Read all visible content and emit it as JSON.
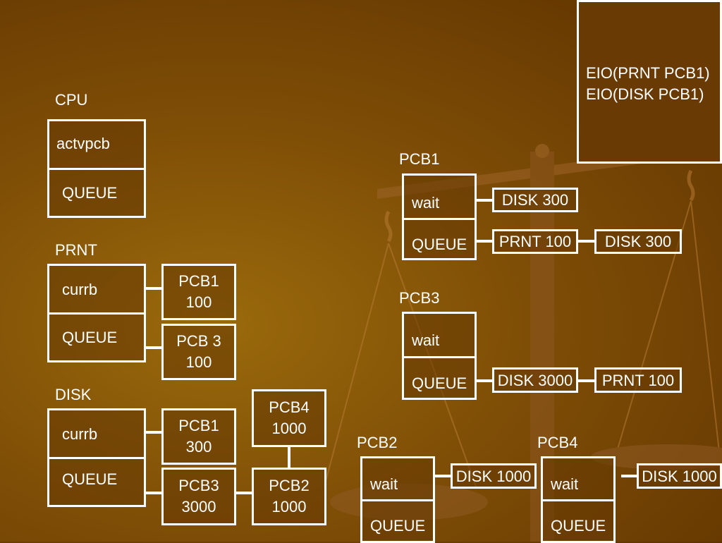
{
  "note": {
    "lines": [
      "EIO(PRNT PCB1)",
      "EIO(DISK  PCB1)"
    ]
  },
  "cpu": {
    "title": "CPU",
    "cell1": "actvpcb",
    "cell2": "QUEUE"
  },
  "prnt": {
    "title": "PRNT",
    "cell1": "currb",
    "cell2": "QUEUE",
    "curr_item": [
      "PCB1",
      "100"
    ],
    "queue_item": [
      "PCB 3",
      "100"
    ]
  },
  "disk": {
    "title": "DISK",
    "cell1": "currb",
    "cell2": "QUEUE",
    "curr_item": [
      "PCB1",
      "300"
    ],
    "queue_item1": [
      "PCB3",
      "3000"
    ],
    "queue_item2": [
      "PCB2",
      "1000"
    ],
    "queue_item3": [
      "PCB4",
      "1000"
    ]
  },
  "pcb1": {
    "title": "PCB1",
    "cell1": "wait",
    "cell2": "QUEUE",
    "wait_item": "DISK 300",
    "queue_items": [
      "PRNT 100",
      "DISK 300"
    ]
  },
  "pcb3": {
    "title": "PCB3",
    "cell1": "wait",
    "cell2": "QUEUE",
    "queue_items": [
      "DISK 3000",
      "PRNT 100"
    ]
  },
  "pcb2": {
    "title": "PCB2",
    "cell1": "wait",
    "cell2": "QUEUE",
    "wait_item": "DISK 1000"
  },
  "pcb4": {
    "title": "PCB4",
    "cell1": "wait",
    "cell2": "QUEUE",
    "wait_item": "DISK 1000"
  }
}
